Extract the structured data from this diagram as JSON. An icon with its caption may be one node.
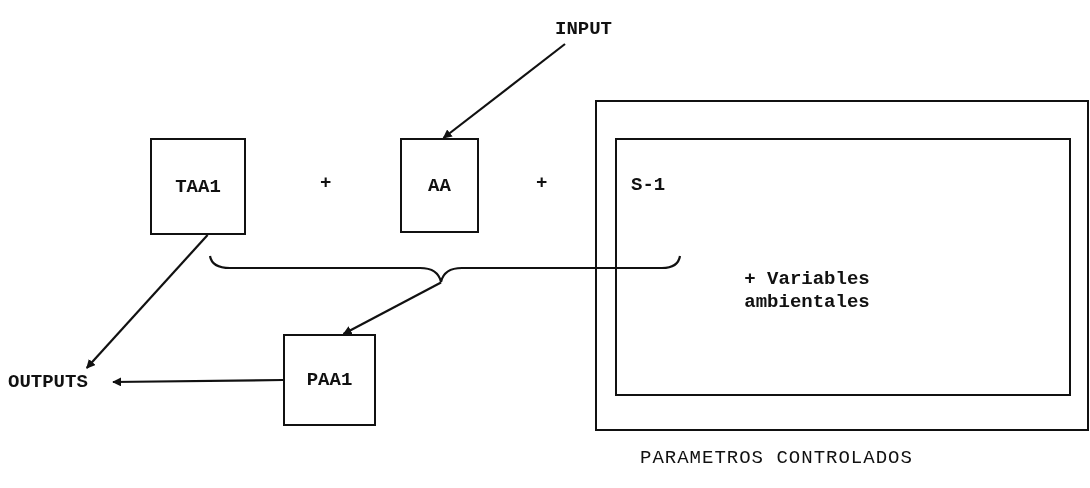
{
  "diagram": {
    "nodes": [
      {
        "text": [
          "INPUT"
        ]
      },
      {
        "text": [
          "TAA1"
        ]
      },
      {
        "text": [
          "AA"
        ]
      },
      {
        "text": [
          "PARAMETROS CONTROLADOS"
        ]
      },
      {
        "text": [
          "S-1",
          "+ Variables ambientales"
        ],
        "in": 3
      },
      {
        "text": [
          "PAA1"
        ]
      },
      {
        "text": [
          "OUTPUTS"
        ]
      },
      {
        "text": [],
        "shape": "brace"
      }
    ],
    "edges": [
      {
        "from": 0,
        "to": 2,
        "arrow": "to"
      },
      {
        "from": 1,
        "to": 6,
        "arrow": "to"
      },
      {
        "from": 7,
        "to": 5,
        "arrow": "to"
      },
      {
        "from": 5,
        "to": 6,
        "arrow": "to"
      }
    ],
    "labels": [
      "+",
      "+"
    ]
  }
}
